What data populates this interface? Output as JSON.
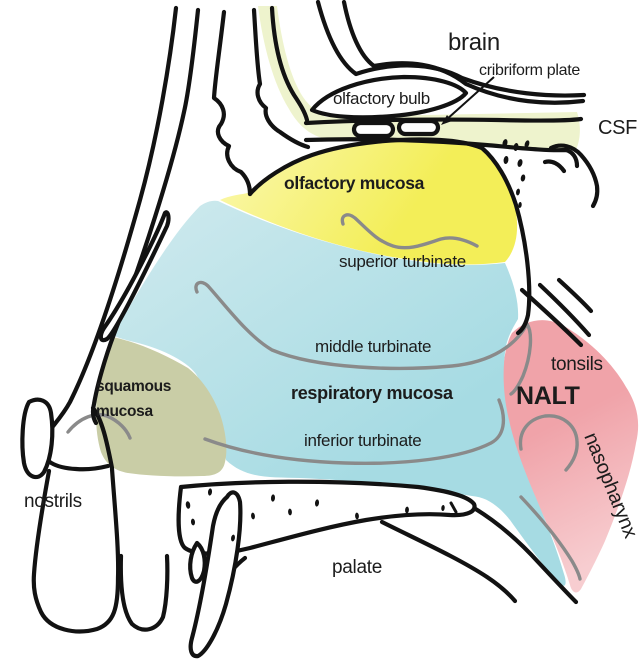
{
  "figure": {
    "type": "anatomical-diagram",
    "subject": "Sagittal section of the human nasal cavity showing mucosal regions and lymphoid tissue"
  },
  "labels": {
    "brain": "brain",
    "cribriform_plate": "cribriform plate",
    "olfactory_bulb": "olfactory bulb",
    "csf": "CSF",
    "olfactory_mucosa": "olfactory mucosa",
    "superior_turbinate": "superior turbinate",
    "middle_turbinate": "middle turbinate",
    "respiratory_mucosa": "respiratory mucosa",
    "inferior_turbinate": "inferior turbinate",
    "squamous_line1": "squamous",
    "squamous_line2": "mucosa",
    "nostrils": "nostrils",
    "tonsils": "tonsils",
    "nalt": "NALT",
    "nasopharynx": "nasopharynx",
    "palate": "palate"
  },
  "colors": {
    "background": "#ffffff",
    "outline": "#121212",
    "turbinate_line": "#8a8a8a",
    "label_text": "#1c1c1c",
    "olfactory_yellow": "#f3ee58",
    "olfactory_yellow_light": "#fbf8b0",
    "respiratory_blue": "#a6dbe3",
    "respiratory_blue_light": "#d0eaee",
    "squamous_olive": "#c9cda6",
    "nalt_pink": "#f0a3a9",
    "nalt_pink_light": "#f7cdd0",
    "csf_fluid": "#eef3cd"
  },
  "regions": [
    {
      "name": "olfactory mucosa",
      "color": "#f3ee58"
    },
    {
      "name": "respiratory mucosa",
      "color": "#a6dbe3"
    },
    {
      "name": "squamous mucosa",
      "color": "#c9cda6"
    },
    {
      "name": "NALT / tonsils / nasopharynx",
      "color": "#f0a3a9"
    },
    {
      "name": "CSF space",
      "color": "#eef3cd"
    }
  ]
}
